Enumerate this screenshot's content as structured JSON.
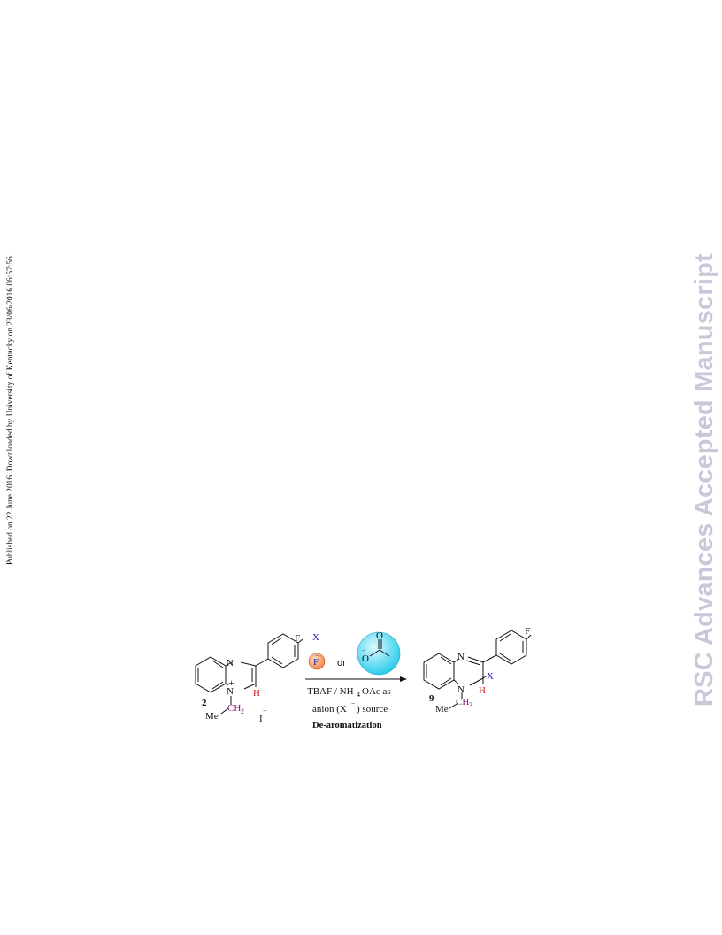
{
  "side_note": "Published on 22 June 2016. Downloaded by University of Kentucky on 23/06/2016 06:57:56.",
  "watermark": "RSC Advances Accepted Manuscript",
  "scheme": {
    "reactant": {
      "number": "2",
      "atom_N_top": "N",
      "atom_N_plus": "N",
      "charge": "+",
      "F": "F",
      "H": "H",
      "CH2": "CH",
      "CH2_sub": "2",
      "Me": "Me",
      "counterion": "I",
      "counterion_charge": "−"
    },
    "reagents": {
      "X": "X",
      "fluoride": "F",
      "fluoride_charge": "−",
      "or": "or",
      "acetate_O_top": "O",
      "acetate_O_minus": "O",
      "acetate_charge": "−",
      "line1_pre": "TBAF / NH",
      "line1_sub": "4",
      "line1_post": "OAc as",
      "line2_pre": "anion (X",
      "line2_sup": "−",
      "line2_post": ") source",
      "line3": "De-aromatization"
    },
    "product": {
      "number": "9",
      "atom_N_top": "N",
      "atom_N_bottom": "N",
      "F": "F",
      "X": "X",
      "H": "H",
      "CH3": "CH",
      "CH3_sub": "3",
      "Me": "Me"
    },
    "colors": {
      "hydrogen": "#d42020",
      "methylene": "#8a1a78",
      "x_label": "#1a1ab0",
      "fluoride_ball": "#f07a3a",
      "acetate_ball": "#34d6f2",
      "watermark": "#c6cad8"
    }
  }
}
